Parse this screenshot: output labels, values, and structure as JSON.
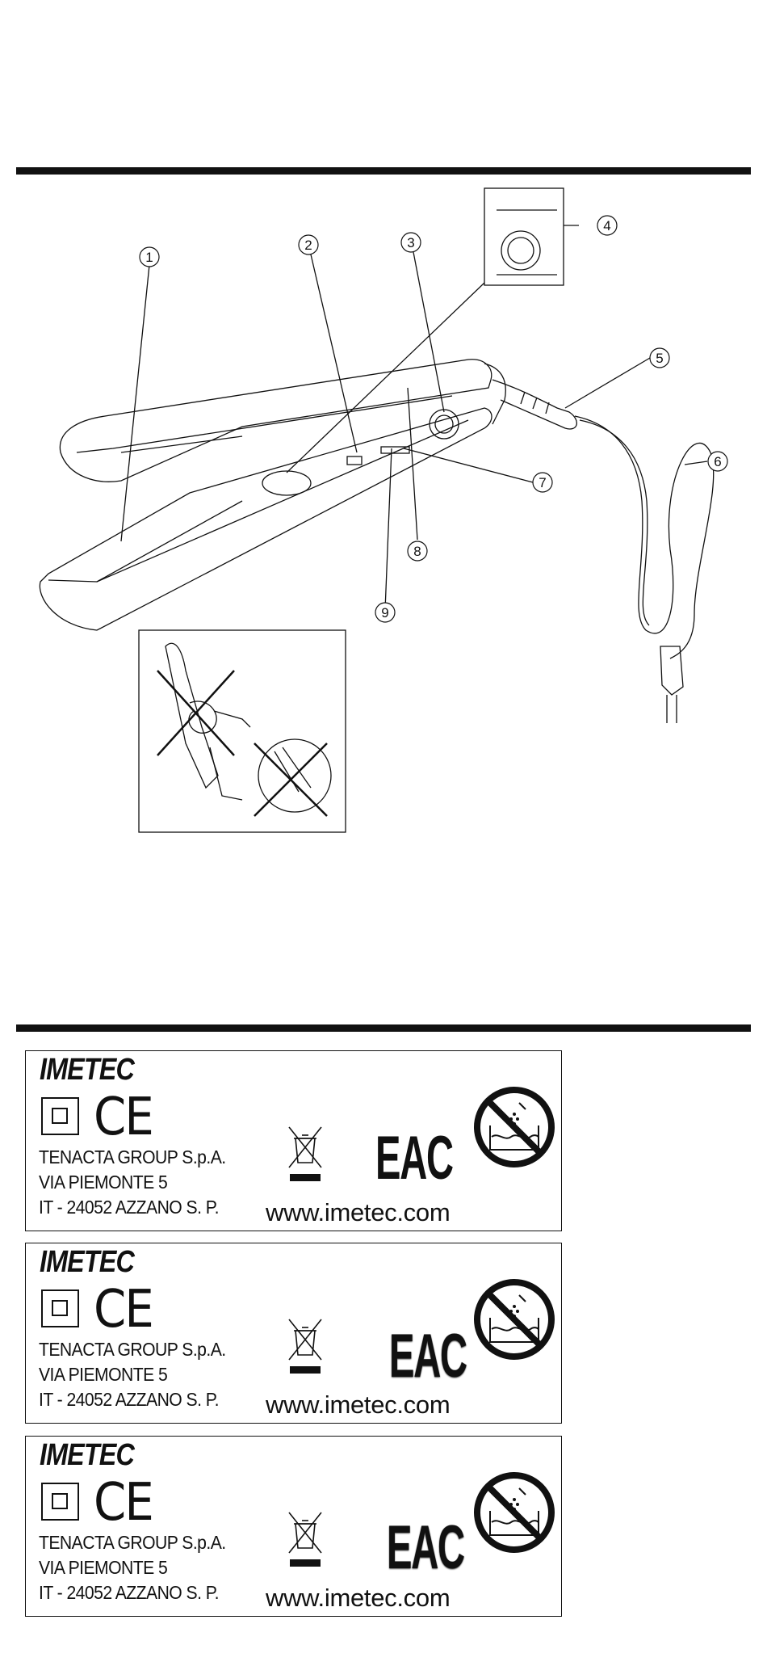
{
  "diagram": {
    "callouts": [
      "1",
      "2",
      "3",
      "4",
      "5",
      "6",
      "7",
      "8",
      "9"
    ]
  },
  "labels": [
    {
      "brand": "IMETEC",
      "company_lines": [
        "TENACTA GROUP S.p.A.",
        "VIA PIEMONTE 5",
        "IT - 24052 AZZANO S. P."
      ],
      "website": "www.imetec.com",
      "certification_mark": "CE",
      "eac_mark": "EAC",
      "icons": [
        "class-ii-icon",
        "weee-bin-icon",
        "no-bath-icon"
      ]
    },
    {
      "brand": "IMETEC",
      "company_lines": [
        "TENACTA GROUP S.p.A.",
        "VIA PIEMONTE 5",
        "IT - 24052 AZZANO S. P."
      ],
      "website": "www.imetec.com",
      "certification_mark": "CE",
      "eac_mark": "EAC",
      "icons": [
        "class-ii-icon",
        "weee-bin-icon",
        "no-bath-icon"
      ]
    },
    {
      "brand": "IMETEC",
      "company_lines": [
        "TENACTA GROUP S.p.A.",
        "VIA PIEMONTE 5",
        "IT - 24052 AZZANO S. P."
      ],
      "website": "www.imetec.com",
      "certification_mark": "CE",
      "eac_mark": "EAC",
      "icons": [
        "class-ii-icon",
        "weee-bin-icon",
        "no-bath-icon"
      ]
    }
  ]
}
